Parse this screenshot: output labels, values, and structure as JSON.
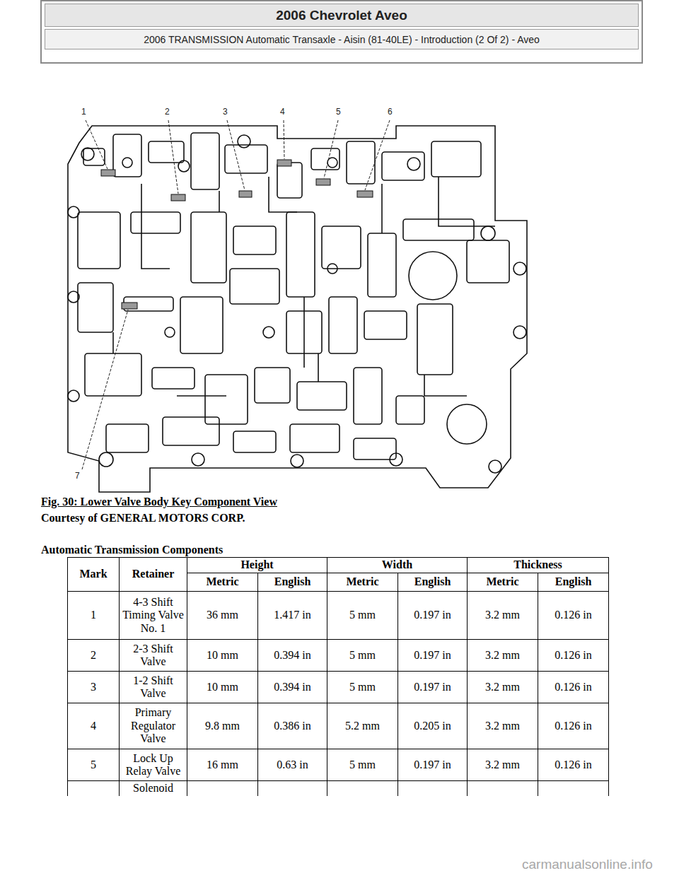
{
  "diagram": {
    "caption": "Fig. 30: Lower Valve Body Key Component View",
    "nodes": [
      {
        "text": [
          "2006 Chevrolet Aveo"
        ]
      },
      {
        "text": [
          "2006 TRANSMISSION Automatic Transaxle - Aisin (81-40LE) - Introduction (2 Of 2) - Aveo"
        ]
      }
    ],
    "labels": [
      "1",
      "2",
      "3",
      "4",
      "5",
      "6",
      "7",
      "Courtesy of GENERAL MOTORS CORP.",
      "Automatic Transmission Components",
      "Mark",
      "Retainer",
      "Height",
      "Width",
      "Thickness",
      "Metric",
      "English",
      "Metric",
      "English",
      "Metric",
      "English",
      "1",
      "4-3 Shift Timing Valve No. 1",
      "36 mm",
      "1.417 in",
      "5 mm",
      "0.197 in",
      "3.2 mm",
      "0.126 in",
      "2",
      "2-3 Shift Valve",
      "10 mm",
      "0.394 in",
      "5 mm",
      "0.197 in",
      "3.2 mm",
      "0.126 in",
      "3",
      "1-2 Shift Valve",
      "10 mm",
      "0.394 in",
      "5 mm",
      "0.197 in",
      "3.2 mm",
      "0.126 in",
      "4",
      "Primary Regulator Valve",
      "9.8 mm",
      "0.386 in",
      "5.2 mm",
      "0.205 in",
      "3.2 mm",
      "0.126 in",
      "5",
      "Lock Up Relay Valve",
      "16 mm",
      "0.63 in",
      "5 mm",
      "0.197 in",
      "3.2 mm",
      "0.126 in",
      "Solenoid",
      "carmanualsonline.info"
    ]
  }
}
